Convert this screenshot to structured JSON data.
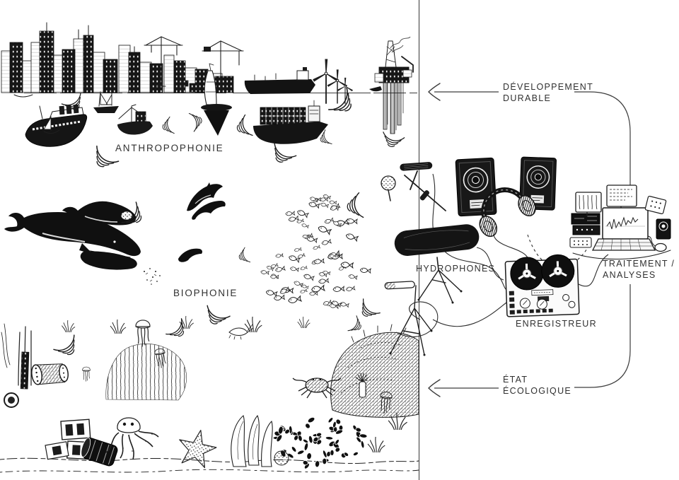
{
  "labels": {
    "anthropophonie": "ANTHROPOPHONIE",
    "biophonie": "BIOPHONIE",
    "hydrophones": "HYDROPHONES",
    "enregistreur": "ENREGISTREUR",
    "traitement_line1": "TRAITEMENT /",
    "traitement_line2": "ANALYSES",
    "developpement_line1": "DÉVELOPPEMENT",
    "developpement_line2": "DURABLE",
    "etat_line1": "ÉTAT",
    "etat_line2": "ÉCOLOGIQUE"
  },
  "colors": {
    "ink": "#1d1d1d",
    "line": "#3f3f3f",
    "background": "#ffffff"
  },
  "icons": {
    "left_scene": [
      "city-skyline",
      "harbor-crane",
      "ferry-boat",
      "fishing-boat",
      "sailing-boat",
      "sail-buoy",
      "tanker-ship",
      "container-ship",
      "wind-turbine",
      "oil-platform",
      "sound-wave",
      "whale",
      "whale-calf",
      "dolphin",
      "fish-school",
      "krill",
      "jellyfish",
      "coral-reef",
      "seagrass",
      "shipwreck-debris",
      "cinder-block",
      "barrel",
      "octopus",
      "starfish",
      "mussel-bed",
      "crab"
    ],
    "right_scene": [
      "boom-microphone",
      "windshield-hydrophone",
      "tripod-microphone",
      "loudspeaker",
      "headphones",
      "reel-to-reel-recorder",
      "computer-workstation",
      "cable"
    ]
  }
}
